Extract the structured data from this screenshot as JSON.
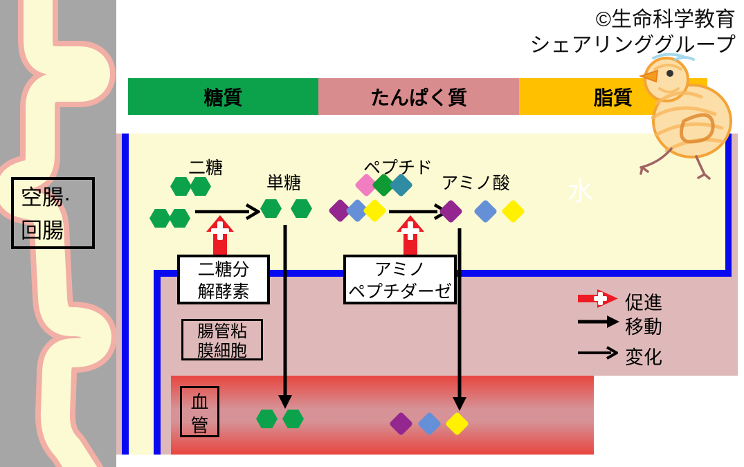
{
  "copyright": {
    "line1": "©生命科学教育",
    "line2": "シェアリンググループ"
  },
  "nutrient_bar": {
    "segments": [
      {
        "label": "糖質",
        "color": "#0CA24C"
      },
      {
        "label": "たんぱく質",
        "color": "#D98C8D"
      },
      {
        "label": "脂質",
        "color": "#FFC000"
      }
    ]
  },
  "sidebar": {
    "region_label": {
      "line1": "空腸·",
      "line2": "回腸"
    }
  },
  "lumen": {
    "water_label": "水",
    "carbohydrate": {
      "substrate_label": "二糖",
      "product_label": "単糖",
      "enzyme": {
        "line1": "二糖分",
        "line2": "解酵素"
      }
    },
    "protein": {
      "substrate_label": "ペプチド",
      "product_label": "アミノ酸",
      "enzyme": {
        "line1": "アミノ",
        "line2": "ペプチダーゼ"
      }
    }
  },
  "mucosa": {
    "label": {
      "line1": "腸管粘",
      "line2": "膜細胞"
    }
  },
  "vessel": {
    "label": {
      "line1": "血",
      "line2": "管"
    }
  },
  "legend": {
    "promote_label": "促進",
    "move_label": "移動",
    "change_label": "変化"
  },
  "colors": {
    "lumen_bg": "#FCFAD2",
    "mucosa_bg": "#DFB9B9",
    "border_blue": "#0909F0",
    "vessel_red": "#E8453F",
    "sidebar_gray": "#A6A6A6",
    "hexagon_green": "#0CA24C",
    "arrow_red": "#ED1C24",
    "diamond_colors": {
      "pink": "#F07EC0",
      "green": "#0E9B33",
      "teal": "#2F8CA3",
      "purple": "#93278F",
      "blue": "#6590D8",
      "yellow": "#FFF100"
    }
  },
  "molecules": {
    "disaccharide_pairs": 2,
    "monosaccharides": 2,
    "peptide_row1": [
      "pink",
      "green",
      "teal"
    ],
    "peptide_row2": [
      "purple",
      "blue",
      "yellow"
    ],
    "amino_acids": [
      "purple",
      "blue",
      "yellow"
    ],
    "absorbed_monosaccharides": 2,
    "absorbed_amino_acids": [
      "purple",
      "blue",
      "yellow"
    ]
  }
}
